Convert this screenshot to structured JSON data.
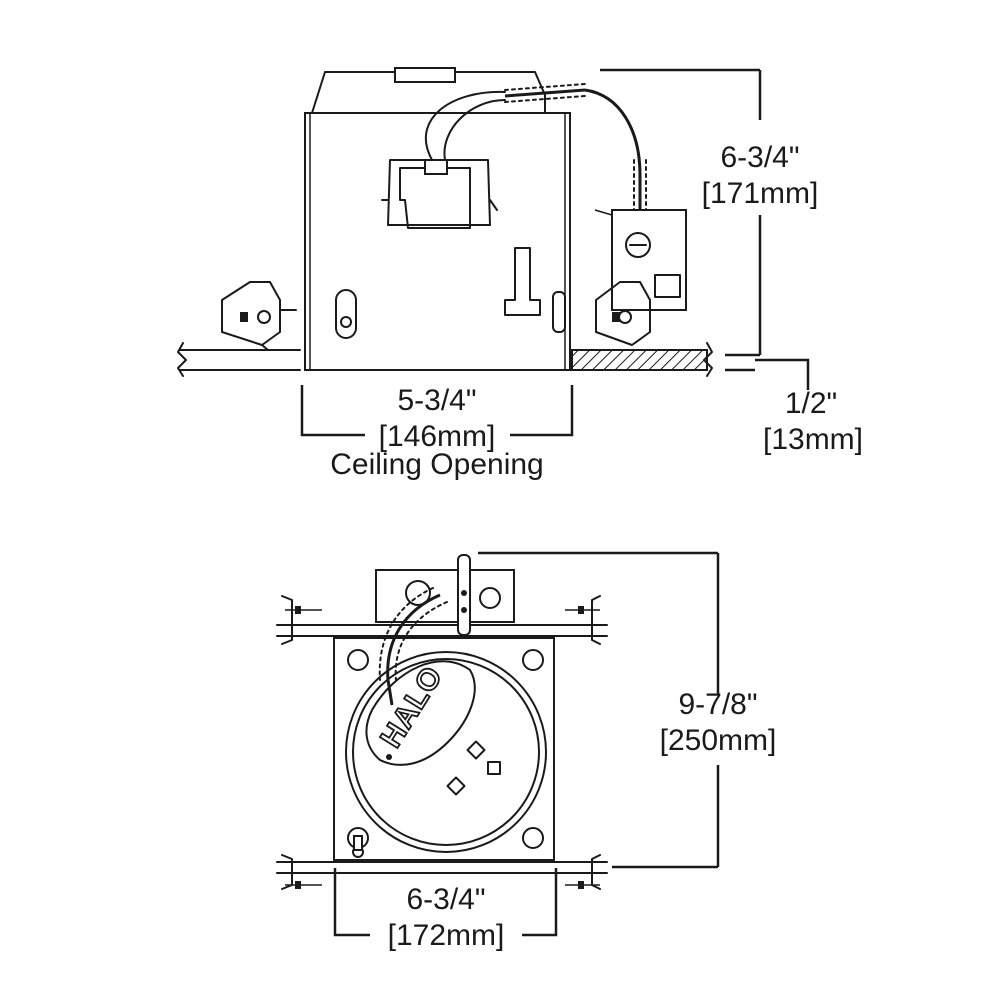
{
  "side_view": {
    "height_dimension": {
      "imperial": "6-3/4\"",
      "metric": "[171mm]"
    },
    "opening_dimension": {
      "imperial": "5-3/4\"",
      "metric": "[146mm]",
      "caption": "Ceiling Opening"
    },
    "ceiling_dimension": {
      "imperial": "1/2\"",
      "metric": "[13mm]"
    }
  },
  "top_view": {
    "length_dimension": {
      "imperial": "9-7/8\"",
      "metric": "[250mm]"
    },
    "width_dimension": {
      "imperial": "6-3/4\"",
      "metric": "[172mm]"
    },
    "brand_label": "HALO"
  }
}
